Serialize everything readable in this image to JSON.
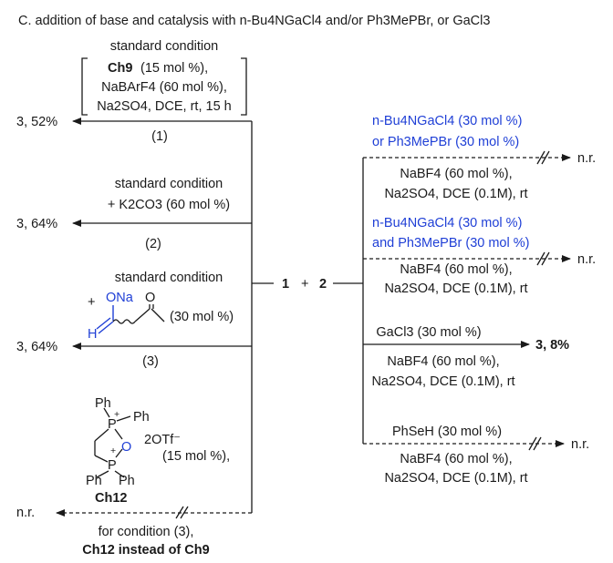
{
  "title": "C. addition of base and catalysis with n-Bu4NGaCl4 and/or Ph3MePBr, or GaCl3",
  "left": {
    "r1": {
      "top": "standard condition",
      "cat": "Ch9",
      "cat_load": "(15 mol %),",
      "additive": "NaBArF4 (60 mol %),",
      "conditions": "Na2SO4, DCE, rt, 15 h",
      "result": "3, 52%",
      "number": "(1)"
    },
    "r2": {
      "line1": "standard condition",
      "line2": "+ K2CO3 (60 mol %)",
      "result": "3, 64%",
      "number": "(2)"
    },
    "r3": {
      "line1": "standard condition",
      "reagent_load": "(30 mol %)",
      "reagent_atoms": [
        "+",
        "ONa",
        "O",
        "H"
      ],
      "result": "3, 64%",
      "number": "(3)"
    },
    "r4": {
      "ch12_atoms": [
        "Ph",
        "Ph",
        "P",
        "+",
        "O",
        "P",
        "+",
        "Ph",
        "Ph"
      ],
      "counterion": "2OTf⁻",
      "ch12_load": "(15 mol %),",
      "ch12_label": "Ch12",
      "result": "n.r.",
      "footer1": "for condition (3),",
      "footer2": "Ch12 instead of Ch9"
    }
  },
  "center": {
    "reactant1": "1",
    "plus": "+",
    "reactant2": "2"
  },
  "right": {
    "r1": {
      "line1": "n-Bu4NGaCl4 (30 mol %)",
      "line2": "or Ph3MePBr  (30 mol %)",
      "cond1": "NaBF4 (60 mol %),",
      "cond2": "Na2SO4, DCE (0.1M), rt",
      "result": "n.r."
    },
    "r2": {
      "line1": "n-Bu4NGaCl4 (30 mol %)",
      "line2": "and Ph3MePBr  (30 mol %)",
      "cond1": "NaBF4 (60 mol %),",
      "cond2": "Na2SO4, DCE (0.1M), rt",
      "result": "n.r."
    },
    "r3": {
      "line1": "GaCl3 (30 mol %)",
      "cond1": "NaBF4 (60 mol %),",
      "cond2": "Na2SO4, DCE (0.1M), rt",
      "result": "3, 8%"
    },
    "r4": {
      "line1": "PhSeH (30 mol %)",
      "cond1": "NaBF4 (60 mol %),",
      "cond2": "Na2SO4, DCE (0.1M), rt",
      "result": "n.r."
    }
  },
  "colors": {
    "text": "#1a1a1a",
    "reagent_blue": "#1f3fd6"
  }
}
